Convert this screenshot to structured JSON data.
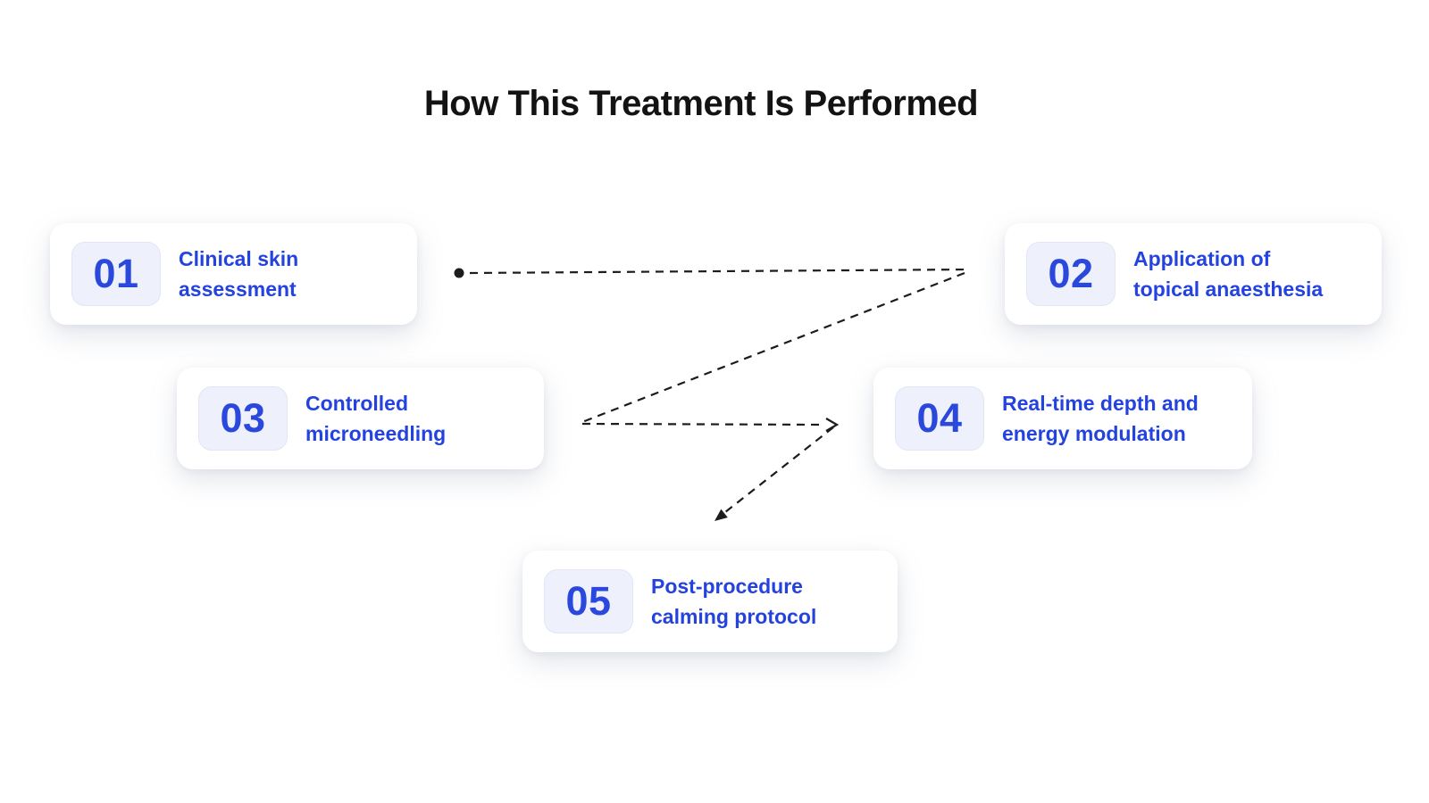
{
  "title": "How This Treatment Is Performed",
  "steps": [
    {
      "number": "01",
      "lines": [
        "Clinical skin",
        "assessment"
      ]
    },
    {
      "number": "02",
      "lines": [
        "Application of",
        "topical anaesthesia"
      ]
    },
    {
      "number": "03",
      "lines": [
        "Controlled",
        "microneedling"
      ]
    },
    {
      "number": "04",
      "lines": [
        "Real-time depth and",
        "energy modulation"
      ]
    },
    {
      "number": "05",
      "lines": [
        "Post-procedure",
        "calming protocol"
      ]
    }
  ],
  "connectors": [
    {
      "from": "01",
      "to": "02",
      "style": "dashed",
      "start": "dot",
      "end": "none"
    },
    {
      "from": "02",
      "to": "03",
      "style": "dashed",
      "start": "none",
      "end": "none"
    },
    {
      "from": "03",
      "to": "04",
      "style": "dashed",
      "start": "none",
      "end": "small-arrow"
    },
    {
      "from": "04",
      "to": "05",
      "style": "dashed",
      "start": "none",
      "end": "filled-arrow"
    }
  ],
  "colors": {
    "accent_blue": "#2b48dd",
    "label_blue": "#2443de",
    "badge_bg": "#eef0fc",
    "badge_border": "#e1e5f6",
    "title_text": "#131313",
    "connector": "#1c1c1c",
    "card_bg": "#ffffff",
    "page_bg": "#ffffff"
  }
}
